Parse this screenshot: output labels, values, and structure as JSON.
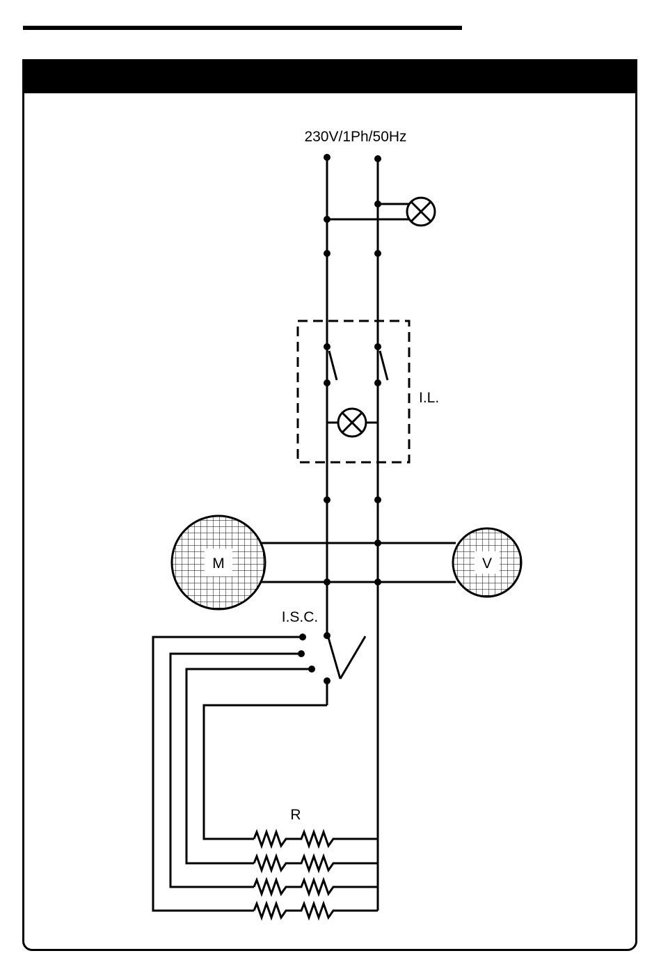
{
  "labels": {
    "supply": "230V/1Ph/50Hz",
    "indicator_lamp": "I.L.",
    "motor": "M",
    "fan": "V",
    "switch": "I.S.C.",
    "resistors": "R"
  },
  "colors": {
    "line": "#000000",
    "background": "#ffffff"
  }
}
